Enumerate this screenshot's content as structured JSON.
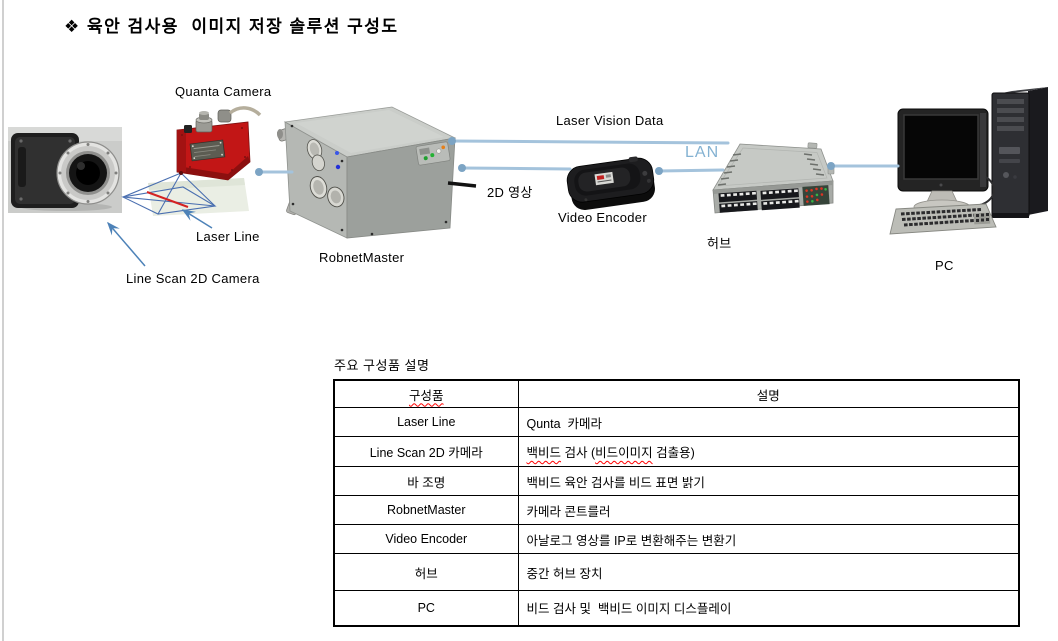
{
  "title": "❖ 육안 검사용  이미지 저장 솔루션 구성도",
  "colors": {
    "conn": "#a4c3dc",
    "dot": "#7ca4c4",
    "arrow": "#4d82b8",
    "lan": "#84b2d2",
    "wire": "#4a6fb0",
    "laser": "#d42222",
    "squiggle": "#ff0000"
  },
  "diagram": {
    "labels": {
      "quanta_camera": "Quanta Camera",
      "laser_line": "Laser Line",
      "line_scan": "Line Scan 2D Camera",
      "robnet": "RobnetMaster",
      "laser_vision_data": "Laser Vision Data",
      "video_2d": "2D 영상",
      "video_encoder": "Video Encoder",
      "lan": "LAN",
      "hub": "허브",
      "pc": "PC"
    }
  },
  "table": {
    "caption": "주요 구성품 설명",
    "headers": [
      [
        {
          "t": "구성품",
          "sq": true
        }
      ],
      [
        {
          "t": "설명"
        }
      ]
    ],
    "rows": [
      {
        "component": [
          {
            "t": "Laser Line"
          }
        ],
        "description": [
          {
            "t": "Qunta  카메라"
          }
        ]
      },
      {
        "component": [
          {
            "t": "Line Scan 2D 카메라"
          }
        ],
        "description": [
          {
            "t": "백비드",
            "sq": true
          },
          {
            "t": " 검사 ("
          },
          {
            "t": "비드이미지",
            "sq": true
          },
          {
            "t": " 검출용)"
          }
        ]
      },
      {
        "component": [
          {
            "t": "바 조명"
          }
        ],
        "description": [
          {
            "t": "백비드 육안 검사를 비드 표면 밝기"
          }
        ]
      },
      {
        "component": [
          {
            "t": "RobnetMaster"
          }
        ],
        "description": [
          {
            "t": "카메라 콘트를러"
          }
        ]
      },
      {
        "component": [
          {
            "t": "Video Encoder"
          }
        ],
        "description": [
          {
            "t": "아날로그 영상를 IP로 변환해주는 변환기"
          }
        ]
      },
      {
        "component": [
          {
            "t": "허브"
          }
        ],
        "description": [
          {
            "t": "중간 허브 장치"
          }
        ]
      },
      {
        "component": [
          {
            "t": "PC"
          }
        ],
        "description": [
          {
            "t": "비드 검사 및  백비드 이미지 디스플레이"
          }
        ]
      }
    ]
  }
}
